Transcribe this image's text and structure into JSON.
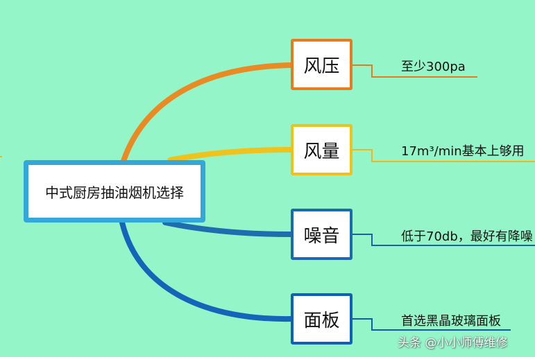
{
  "root": {
    "label": "中式厨房抽油烟机选择",
    "color": "#34A7DA"
  },
  "branches": [
    {
      "label": "风压",
      "detail": "至少300pa",
      "color": "#E97A1E"
    },
    {
      "label": "风量",
      "detail": "17m³/min基本上够用",
      "color": "#F2C01A"
    },
    {
      "label": "噪音",
      "detail": "低于70db，最好有降噪",
      "color": "#1D69B0"
    },
    {
      "label": "面板",
      "detail": "首选黑晶玻璃面板",
      "color": "#1060B8"
    }
  ],
  "watermark": {
    "text": "头条 @小小师傅维修"
  },
  "background_color": "#93F5C8"
}
